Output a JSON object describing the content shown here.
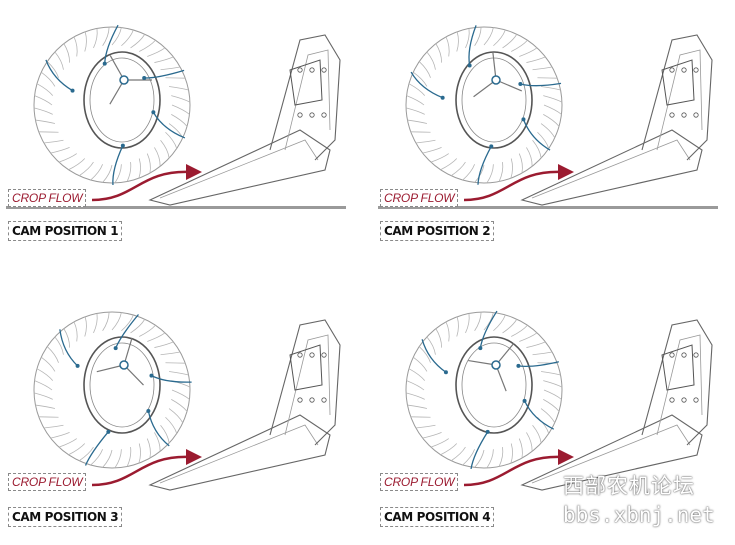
{
  "panels": [
    {
      "flow_label": "CROP FLOW",
      "cam_label": "CAM POSITION 1"
    },
    {
      "flow_label": "CROP FLOW",
      "cam_label": "CAM POSITION 2"
    },
    {
      "flow_label": "CROP FLOW",
      "cam_label": "CAM POSITION 3"
    },
    {
      "flow_label": "CROP FLOW",
      "cam_label": "CAM POSITION 4"
    }
  ],
  "watermark": {
    "line1": "西部农机论坛",
    "line2": "bbs.xbnj.net"
  },
  "colors": {
    "arrow": "#9b1b30",
    "tine": "#2a6a8f",
    "drawing": "#9a9a9a"
  }
}
